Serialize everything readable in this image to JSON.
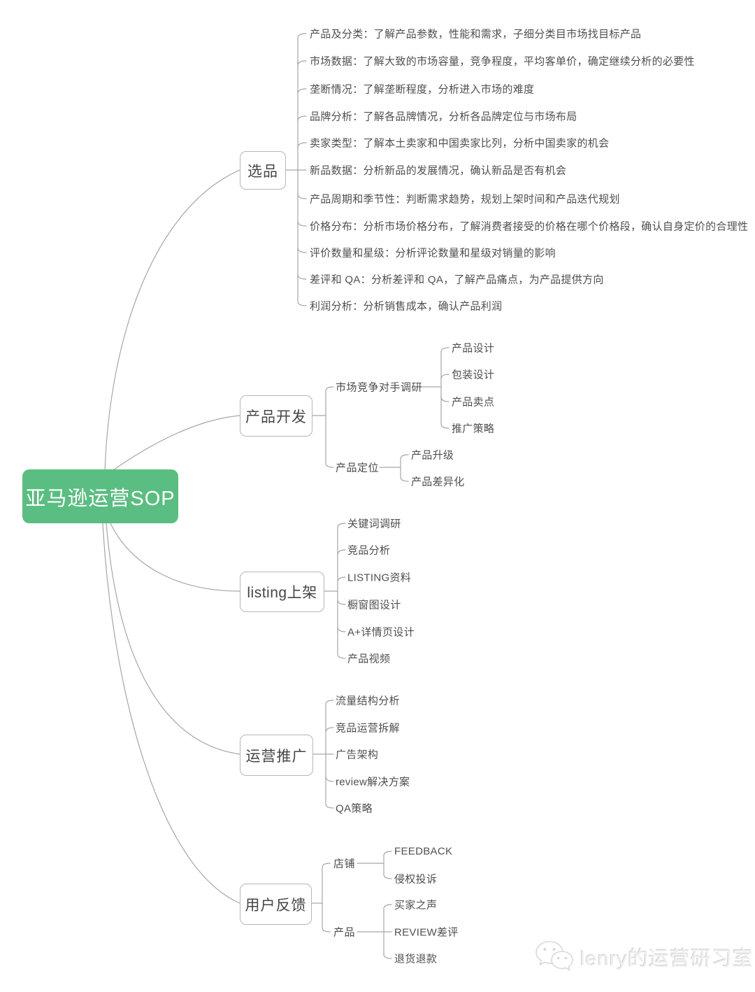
{
  "root": {
    "label": "亚马逊运营SOP"
  },
  "branches": [
    {
      "label": "选品",
      "items": [
        "产品及分类：了解产品参数，性能和需求，子细分类目市场找目标产品",
        "市场数据：了解大致的市场容量，竞争程度，平均客单价，确定继续分析的必要性",
        "垄断情况：了解垄断程度，分析进入市场的难度",
        "品牌分析：了解各品牌情况，分析各品牌定位与市场布局",
        "卖家类型：了解本土卖家和中国卖家比列，分析中国卖家的机会",
        "新品数据：分析新品的发展情况，确认新品是否有机会",
        "产品周期和季节性：判断需求趋势，规划上架时间和产品迭代规划",
        "价格分布：分析市场价格分布，了解消费者接受的价格在哪个价格段，确认自身定价的合理性",
        "评价数量和星级：分析评论数量和星级对销量的影响",
        "差评和 QA：分析差评和 QA，了解产品痛点，为产品提供方向",
        "利润分析：分析销售成本，确认产品利润"
      ]
    },
    {
      "label": "产品开发",
      "children": [
        {
          "label": "市场竞争对手调研",
          "items": [
            "产品设计",
            "包装设计",
            "产品卖点",
            "推广策略"
          ]
        },
        {
          "label": "产品定位",
          "items": [
            "产品升级",
            "产品差异化"
          ]
        }
      ]
    },
    {
      "label": "listing上架",
      "items": [
        "关键词调研",
        "竞品分析",
        "LISTING资料",
        "橱窗图设计",
        "A+详情页设计",
        "产品视频"
      ]
    },
    {
      "label": "运营推广",
      "items": [
        "流量结构分析",
        "竞品运营拆解",
        "广告架构",
        "review解决方案",
        "QA策略"
      ]
    },
    {
      "label": "用户反馈",
      "children": [
        {
          "label": "店铺",
          "items": [
            "FEEDBACK",
            "侵权投诉"
          ]
        },
        {
          "label": "产品",
          "items": [
            "买家之声",
            "REVIEW差评",
            "退货退款"
          ]
        }
      ]
    }
  ],
  "watermark": {
    "label": "lenry的运营研习室",
    "icon": "wechat-icon"
  },
  "colors": {
    "root_bg": "#5abd81",
    "root_text": "#ffffff",
    "node_border": "#b6b6b6",
    "text": "#4f4f4f",
    "line": "#a6a6a6",
    "watermark_text": "#ececec"
  }
}
